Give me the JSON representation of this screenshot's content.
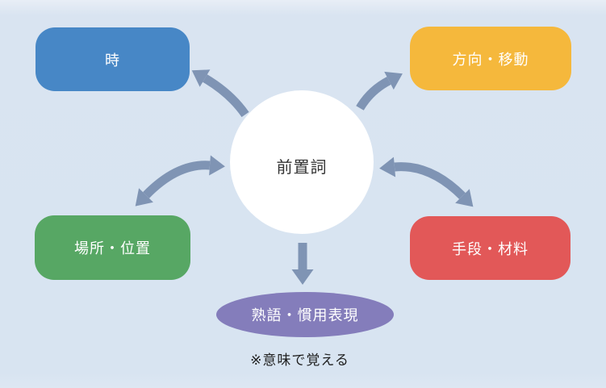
{
  "diagram": {
    "center_label": "前置詞",
    "note": "※意味で覚える",
    "nodes": [
      {
        "id": "time",
        "label": "時",
        "color": "#4787c6",
        "shape": "rounded-rectangle",
        "position": "top-left"
      },
      {
        "id": "direction-movement",
        "label": "方向・移動",
        "color": "#f5b83c",
        "shape": "rounded-rectangle",
        "position": "top-right"
      },
      {
        "id": "place-position",
        "label": "場所・位置",
        "color": "#57a764",
        "shape": "rounded-rectangle",
        "position": "bottom-left"
      },
      {
        "id": "means-materials",
        "label": "手段・材料",
        "color": "#e25858",
        "shape": "rounded-rectangle",
        "position": "bottom-right"
      },
      {
        "id": "idiom-expressions",
        "label": "熟語・慣用表現",
        "color": "#847dbb",
        "shape": "ellipse",
        "position": "bottom-center"
      }
    ],
    "arrows": [
      {
        "from": "center",
        "to": "time",
        "type": "single"
      },
      {
        "from": "center",
        "to": "direction-movement",
        "type": "single"
      },
      {
        "from": "center",
        "to": "place-position",
        "type": "double"
      },
      {
        "from": "center",
        "to": "means-materials",
        "type": "double"
      },
      {
        "from": "center",
        "to": "idiom-expressions",
        "type": "single"
      }
    ],
    "colors": {
      "background": "#d8e4f1",
      "arrow": "#7f94b4",
      "center_circle": "#ffffff",
      "node_text": "#ffffff",
      "center_text": "#333333",
      "note_text": "#1f1f1f"
    }
  }
}
